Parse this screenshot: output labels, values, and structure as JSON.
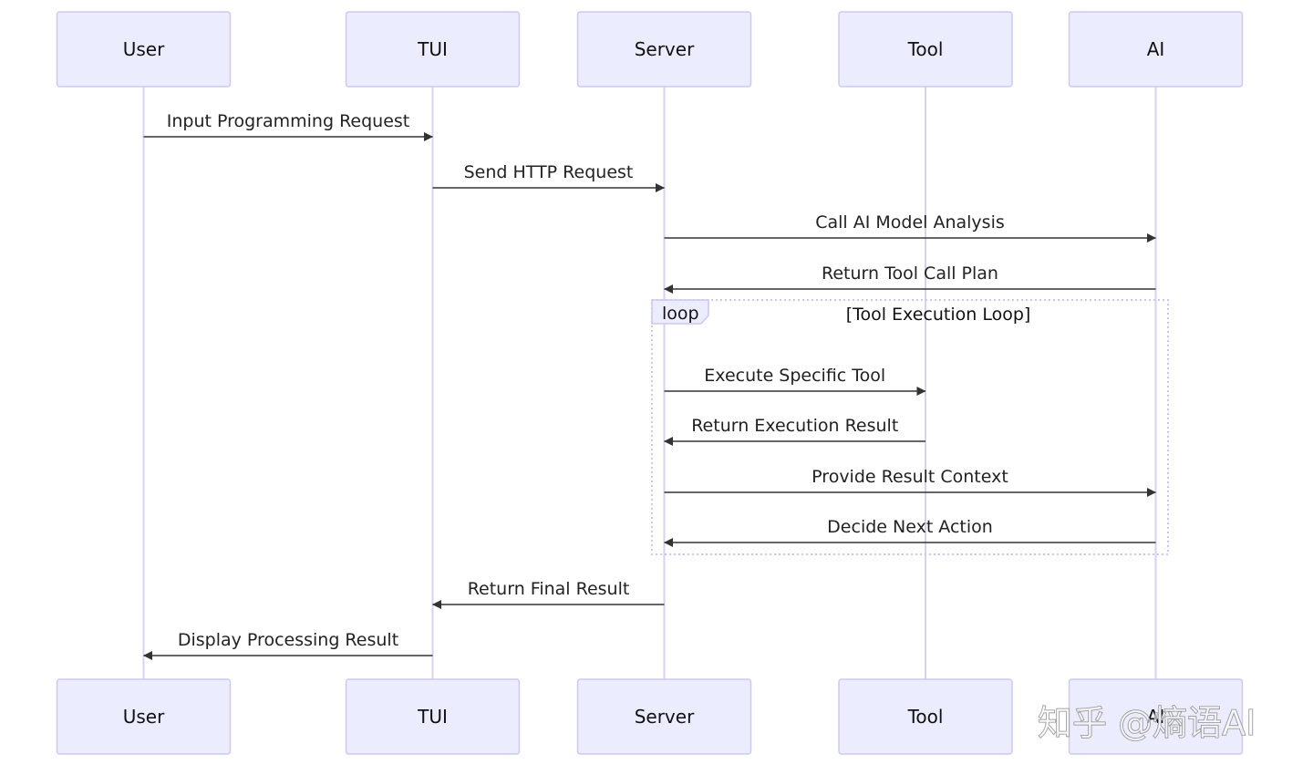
{
  "participants": [
    {
      "id": "user",
      "label": "User"
    },
    {
      "id": "tui",
      "label": "TUI"
    },
    {
      "id": "server",
      "label": "Server"
    },
    {
      "id": "tool",
      "label": "Tool"
    },
    {
      "id": "ai",
      "label": "AI"
    }
  ],
  "messages": [
    {
      "from": "user",
      "to": "tui",
      "label": "Input Programming Request"
    },
    {
      "from": "tui",
      "to": "server",
      "label": "Send HTTP Request"
    },
    {
      "from": "server",
      "to": "ai",
      "label": "Call AI Model Analysis"
    },
    {
      "from": "ai",
      "to": "server",
      "label": "Return Tool Call Plan"
    },
    {
      "from": "server",
      "to": "tool",
      "label": "Execute Specific Tool"
    },
    {
      "from": "tool",
      "to": "server",
      "label": "Return Execution Result"
    },
    {
      "from": "server",
      "to": "ai",
      "label": "Provide Result Context"
    },
    {
      "from": "ai",
      "to": "server",
      "label": "Decide Next Action"
    },
    {
      "from": "server",
      "to": "tui",
      "label": "Return Final Result"
    },
    {
      "from": "tui",
      "to": "user",
      "label": "Display Processing Result"
    }
  ],
  "loop": {
    "keyword": "loop",
    "title": "[Tool Execution Loop]",
    "first_message": 4,
    "last_message": 7
  },
  "watermark": "知乎 @熵语AI",
  "colors": {
    "actor_fill": "#ECECFF",
    "actor_border": "#cfc8ef",
    "lifeline": "#d8d2f2",
    "arrow": "#333333",
    "loop_border": "#cfc6ec"
  }
}
